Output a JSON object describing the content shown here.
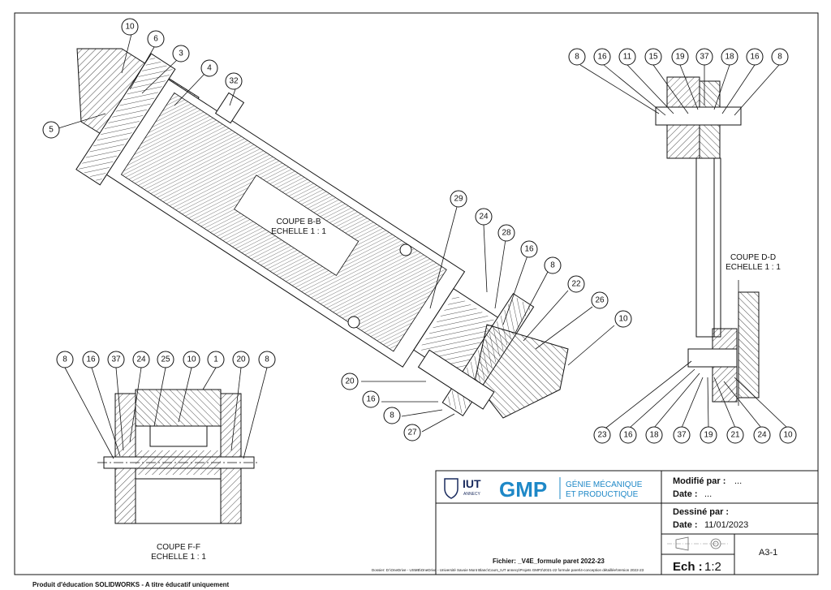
{
  "sections": {
    "bb": {
      "title": "COUPE B-B",
      "scale": "ECHELLE 1 : 1"
    },
    "dd": {
      "title": "COUPE D-D",
      "scale": "ECHELLE 1 : 1"
    },
    "ff": {
      "title": "COUPE F-F",
      "scale": "ECHELLE 1 : 1"
    }
  },
  "balloons": {
    "bb": [
      "10",
      "6",
      "3",
      "4",
      "32",
      "5",
      "29",
      "24",
      "28",
      "16",
      "8",
      "22",
      "26",
      "10",
      "20",
      "16",
      "8",
      "27"
    ],
    "dd_top": [
      "8",
      "16",
      "11",
      "15",
      "19",
      "37",
      "18",
      "16",
      "8"
    ],
    "dd_bottom": [
      "23",
      "16",
      "18",
      "37",
      "19",
      "21",
      "24",
      "10"
    ],
    "ff": [
      "8",
      "16",
      "37",
      "24",
      "25",
      "10",
      "1",
      "20",
      "8"
    ]
  },
  "title_block": {
    "logo_iut": "IUT",
    "logo_iut_sub": "ANNECY",
    "logo_gmp": "GMP",
    "logo_gmp_line1": "GÉNIE MÉCANIQUE",
    "logo_gmp_line2": "ET PRODUCTIQUE",
    "modified_by_label": "Modifié par :",
    "modified_by_value": "...",
    "modified_date_label": "Date :",
    "modified_date_value": "...",
    "drawn_by_label": "Dessiné par :",
    "drawn_date_label": "Date :",
    "drawn_date_value": "11/01/2023",
    "sheet_format": "A3-1",
    "scale_label": "Ech :",
    "scale_value": "1:2",
    "file_label": "Fichier: _V4E_formule paret 2022-23",
    "path_label": "Dossier: D:\\OneDrive - USMB\\OneDrive - Université Savoie Mont Blanc\\Cours_IUT annecy\\Projets GMP2\\2021-22 formule paret\\4-conception détaillée\\Version 2022-23"
  },
  "footer": {
    "edu_notice": "Produit d'éducation SOLIDWORKS - A titre éducatif uniquement"
  }
}
